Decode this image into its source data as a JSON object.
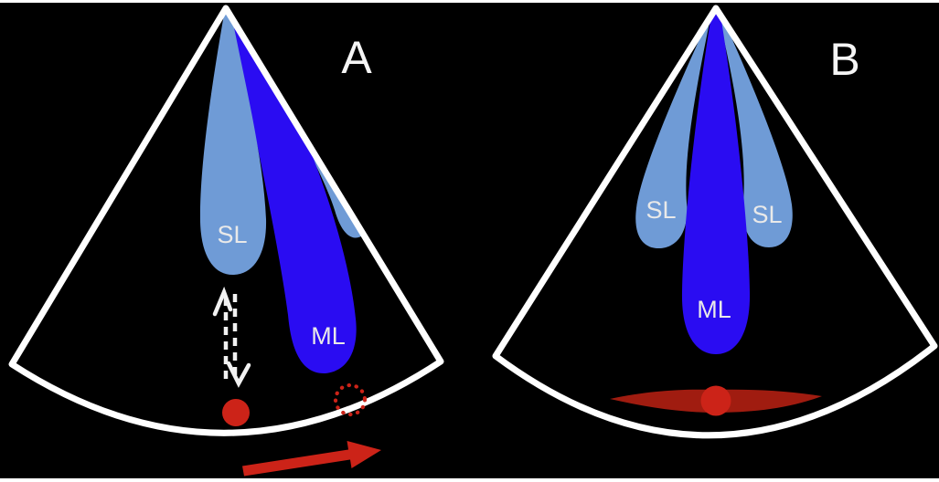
{
  "figure": {
    "description_labels": {
      "panel_a": "A",
      "panel_b": "B"
    }
  },
  "colors": {
    "background": "#000000",
    "outline_white": "#ffffff",
    "sidelobe_blue": "#6f9bd6",
    "mainlobe_blue": "#2a0cf2",
    "red_bright": "#cc2318",
    "red_dark": "#a01c10",
    "label_white": "#e9e9e9",
    "panel_letter_white": "#f5f5f5",
    "dashed_arrow_white": "#f2f2f2"
  },
  "panel_a": {
    "label": "A",
    "sidelobe_label": "SL",
    "mainlobe_label": "ML"
  },
  "panel_b": {
    "label": "B",
    "sidelobe_left_label": "SL",
    "sidelobe_right_label": "SL",
    "mainlobe_label": "ML"
  }
}
